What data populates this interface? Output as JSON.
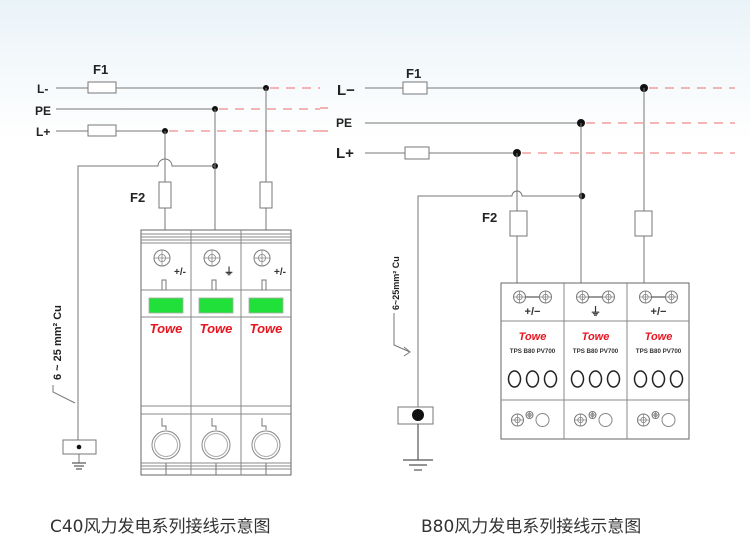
{
  "left_diagram": {
    "labels": {
      "l_minus": "L-",
      "pe": "PE",
      "l_plus": "L+",
      "f1": "F1",
      "f2": "F2"
    },
    "cable_note": "6 ~ 25 mm² Cu",
    "modules": [
      {
        "terminal": "+/-",
        "brand": "Towe"
      },
      {
        "terminal": "⏚",
        "brand": "Towe"
      },
      {
        "terminal": "+/-",
        "brand": "Towe"
      }
    ],
    "caption": "C40风力发电系列接线示意图"
  },
  "right_diagram": {
    "labels": {
      "l_minus": "L−",
      "pe": "PE",
      "l_plus": "L+",
      "f1": "F1",
      "f2": "F2"
    },
    "cable_note": "6~25mm² Cu",
    "modules": [
      {
        "terminal": "+/−",
        "brand": "Towe",
        "model": "TPS B80 PV700"
      },
      {
        "terminal": "⏚",
        "brand": "Towe",
        "model": "TPS B80 PV700"
      },
      {
        "terminal": "+/−",
        "brand": "Towe",
        "model": "TPS B80 PV700"
      }
    ],
    "caption": "B80风力发电系列接线示意图"
  },
  "colors": {
    "indicator_green": "#22e03a",
    "brand_red": "#e8141e",
    "dashed_line": "#ef8a8a"
  }
}
